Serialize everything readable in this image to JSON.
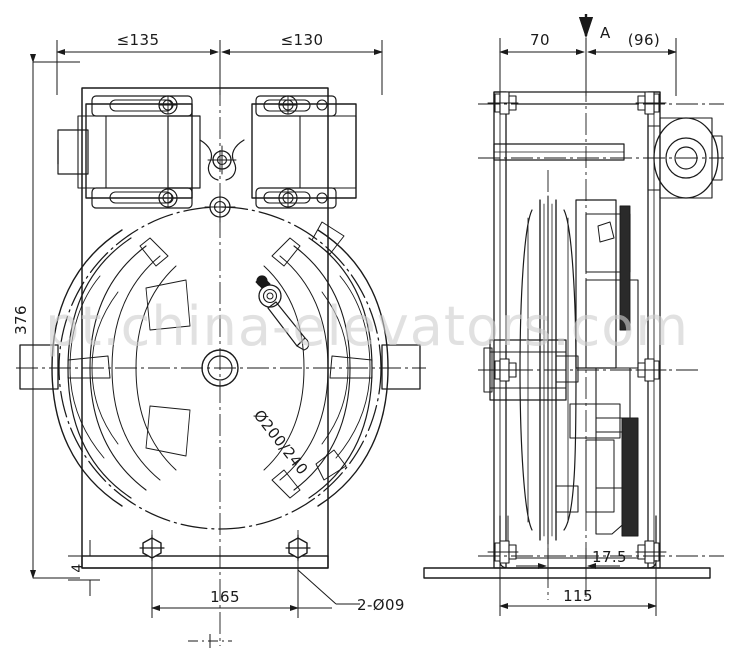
{
  "drawing": {
    "title": "Elevator gearless traction machine outline drawing",
    "background_color": "#ffffff",
    "line_color": "#1a1a1a",
    "views": [
      {
        "name": "front-view",
        "label": ""
      },
      {
        "name": "side-view",
        "label": ""
      }
    ]
  },
  "watermark": {
    "text": "pt.china-elevators.com",
    "color": "#cfcfcf"
  },
  "dimensions": {
    "front_top_left": "≤135",
    "front_top_right": "≤130",
    "front_height": "376",
    "front_plate_thickness": "4",
    "front_bolt_span": "165",
    "front_hole_callout": "2-Ø09",
    "sheave_diameter": "Ø200/240",
    "side_top_left": "70",
    "side_section_label": "A",
    "side_top_right": "(96)",
    "side_offset": "17.5",
    "side_base_width": "115"
  }
}
